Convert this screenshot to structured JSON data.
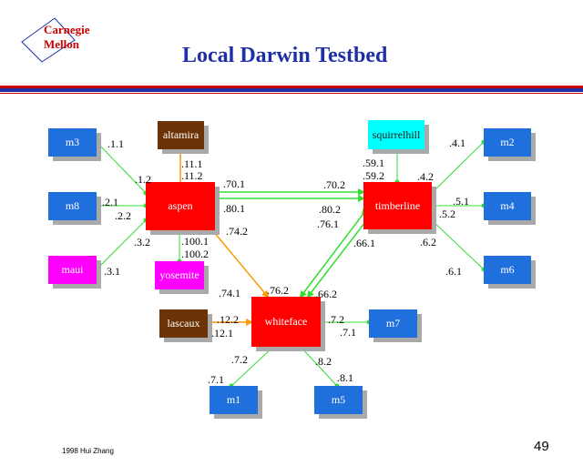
{
  "logo": {
    "line1": "Carnegie",
    "line2": "Mellon"
  },
  "title": "Local Darwin Testbed",
  "colors": {
    "host": "#1f6fdd",
    "router": "#ff0000",
    "title": "#1f2fa8",
    "link_green": "#33dd33",
    "link_orange": "#ff9900"
  },
  "nodes": {
    "m3": "m3",
    "m8": "m8",
    "maui": "maui",
    "altamira": "altamira",
    "aspen": "aspen",
    "yosemite": "yosemite",
    "squirrelhill": "squirrelhill",
    "timberline": "timberline",
    "m2": "m2",
    "m4": "m4",
    "m6": "m6",
    "lascaux": "lascaux",
    "whiteface": "whiteface",
    "m7": "m7",
    "m1": "m1",
    "m5": "m5"
  },
  "labels": {
    "m3": ".1.1",
    "aspen_m3": ".1.2",
    "m8": ".2.1",
    "aspen_m8": ".2.2",
    "maui": ".3.1",
    "aspen_maui": ".3.2",
    "altamira": ".11.1",
    "aspen_altamira": ".11.2",
    "aspen_timberline": ".70.1",
    "timberline_aspen": ".70.2",
    "aspen_timberline2": ".80.1",
    "timberline_aspen2": ".80.2",
    "aspen_yosemite": ".100.1",
    "yosemite": ".100.2",
    "aspen_whiteface": ".74.2",
    "whiteface_aspen": ".74.1",
    "squirrelhill_a": ".59.1",
    "squirrelhill_b": ".59.2",
    "m2": ".4.1",
    "timberline_m2": ".4.2",
    "m4": ".5.1",
    "timberline_m4": ".5.2",
    "m6": ".6.1",
    "timberline_m6": ".6.2",
    "timberline_whiteface": ".66.1",
    "whiteface_timberline": ".66.2",
    "timberline_whiteface2": ".76.1",
    "whiteface_timberline2": ".76.2",
    "whiteface_lascaux": ".12.2",
    "lascaux": ".12.1",
    "whiteface_m7": ".7.2",
    "m7": ".7.1",
    "whiteface_m1": ".7.2",
    "m1": ".7.1",
    "whiteface_m5": ".8.2",
    "m5": ".8.1"
  },
  "footer": {
    "credit": "1998  Hui Zhang",
    "page": "49"
  }
}
